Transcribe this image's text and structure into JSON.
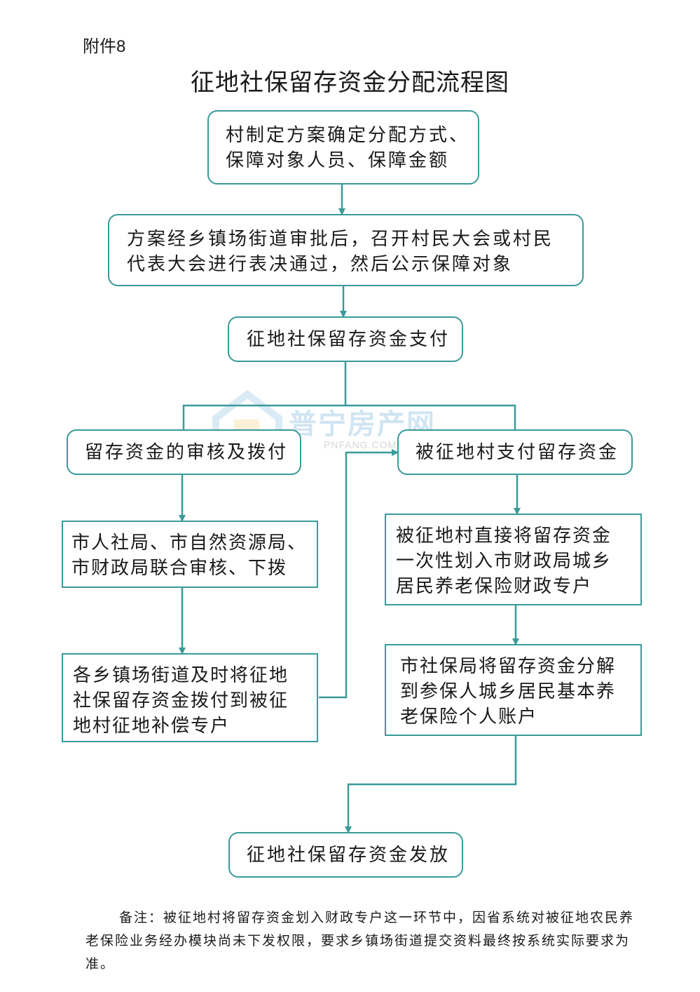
{
  "attachment_label": "附件8",
  "title": "征地社保留存资金分配流程图",
  "watermark": {
    "brand": "普宁房产网",
    "site": "PNFANG.COM"
  },
  "nodes": {
    "n1": "村制定方案确定分配方式、\n保障对象人员、保障金额",
    "n2": "方案经乡镇场街道审批后，召开村民大会或村民\n代表大会进行表决通过，然后公示保障对象",
    "n3": "征地社保留存资金支付",
    "n4": "留存资金的审核及拨付",
    "n5": "被征地村支付留存资金",
    "n6": "市人社局、市自然资源局、\n市财政局联合审核、下拨",
    "n7": "被征地村直接将留存资金\n一次性划入市财政局城乡\n居民养老保险财政专户",
    "n8": "各乡镇场街道及时将征地\n社保留存资金拨付到被征\n地村征地补偿专户",
    "n9": "市社保局将留存资金分解\n到参保人城乡居民基本养\n老保险个人账户",
    "n10": "征地社保留存资金发放"
  },
  "note": "备注：被征地村将留存资金划入财政专户这一环节中，因省系统对被征地农民养老保险业务经办模块尚未下发权限，要求乡镇场街道提交资料最终按系统实际要求为准。",
  "colors": {
    "border": "#3a9a9a",
    "line": "#3a9a9a"
  }
}
